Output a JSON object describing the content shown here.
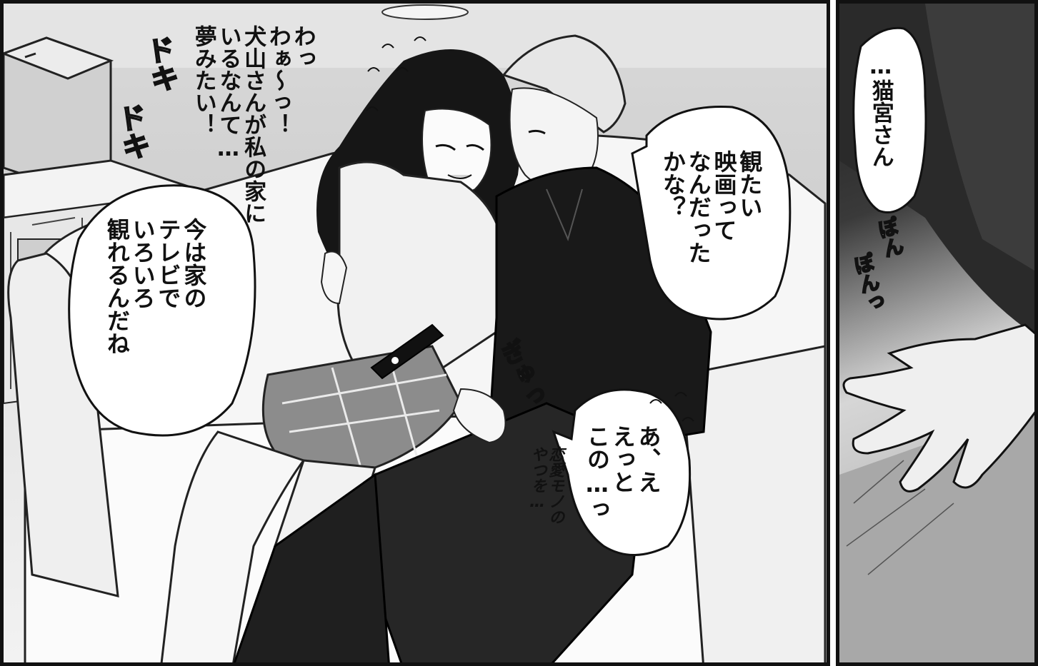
{
  "speech": {
    "left_bubble": "今は家の\nテレビで\nいろいろ\n観れるんだね",
    "woman_thought": "わっ\nわぁ〜っ！\n犬山さんが私の家に\nいるなんて…\n夢みたい！",
    "man_bubble": "観たい\n映画って\nなんだった\nかな？",
    "woman_reply": "あ、え\nえっと\nこの…っ",
    "woman_whisper": "恋愛モノの\nやつを…",
    "right_bubble": "…猫宮さん"
  },
  "sfx": {
    "doki1": "ドキ",
    "doki2": "ドキ",
    "gyu": "ぎゅっ",
    "pon1": "ぽん",
    "pon2": "ぽんっ"
  }
}
